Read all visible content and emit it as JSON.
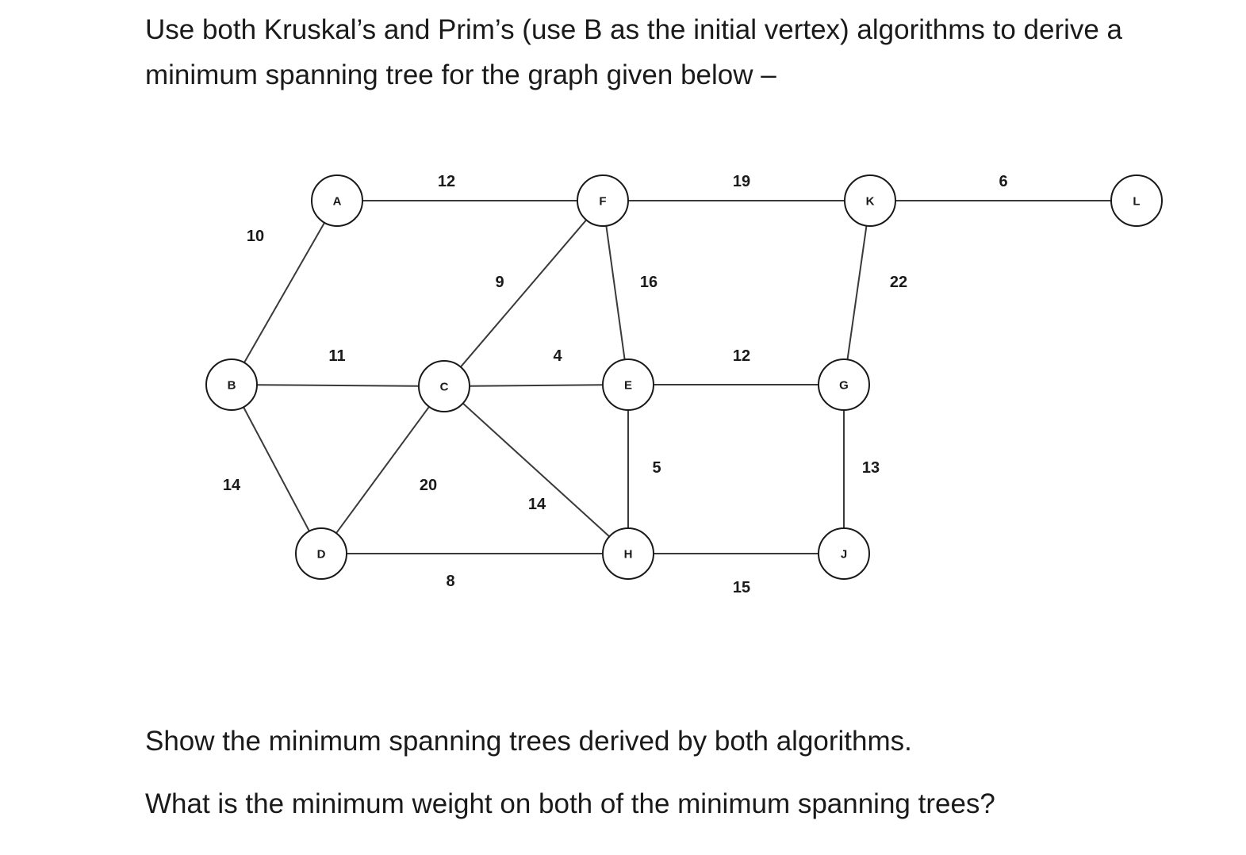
{
  "problem": {
    "line1": "Use both Kruskal’s and Prim’s (use B as the initial vertex) algorithms to derive a",
    "line2": "minimum spanning tree for the graph given below –"
  },
  "graph": {
    "nodes": [
      {
        "id": "A",
        "label": "A"
      },
      {
        "id": "F",
        "label": "F"
      },
      {
        "id": "K",
        "label": "K"
      },
      {
        "id": "L",
        "label": "L"
      },
      {
        "id": "B",
        "label": "B"
      },
      {
        "id": "C",
        "label": "C"
      },
      {
        "id": "E",
        "label": "E"
      },
      {
        "id": "G",
        "label": "G"
      },
      {
        "id": "D",
        "label": "D"
      },
      {
        "id": "H",
        "label": "H"
      },
      {
        "id": "J",
        "label": "J"
      }
    ],
    "edges": [
      {
        "from": "A",
        "to": "F",
        "weight": "12"
      },
      {
        "from": "F",
        "to": "K",
        "weight": "19"
      },
      {
        "from": "K",
        "to": "L",
        "weight": "6"
      },
      {
        "from": "B",
        "to": "A",
        "weight": "10"
      },
      {
        "from": "C",
        "to": "F",
        "weight": "9"
      },
      {
        "from": "F",
        "to": "E",
        "weight": "16"
      },
      {
        "from": "K",
        "to": "G",
        "weight": "22"
      },
      {
        "from": "B",
        "to": "C",
        "weight": "11"
      },
      {
        "from": "C",
        "to": "E",
        "weight": "4"
      },
      {
        "from": "E",
        "to": "G",
        "weight": "12"
      },
      {
        "from": "B",
        "to": "D",
        "weight": "14"
      },
      {
        "from": "D",
        "to": "C",
        "weight": "20"
      },
      {
        "from": "C",
        "to": "H",
        "weight": "14"
      },
      {
        "from": "E",
        "to": "H",
        "weight": "5"
      },
      {
        "from": "G",
        "to": "J",
        "weight": "13"
      },
      {
        "from": "D",
        "to": "H",
        "weight": "8"
      },
      {
        "from": "H",
        "to": "J",
        "weight": "15"
      }
    ]
  },
  "questions": {
    "q1": "Show the minimum spanning trees derived by both algorithms.",
    "q2": "What is the minimum weight on both of the minimum spanning trees?"
  }
}
